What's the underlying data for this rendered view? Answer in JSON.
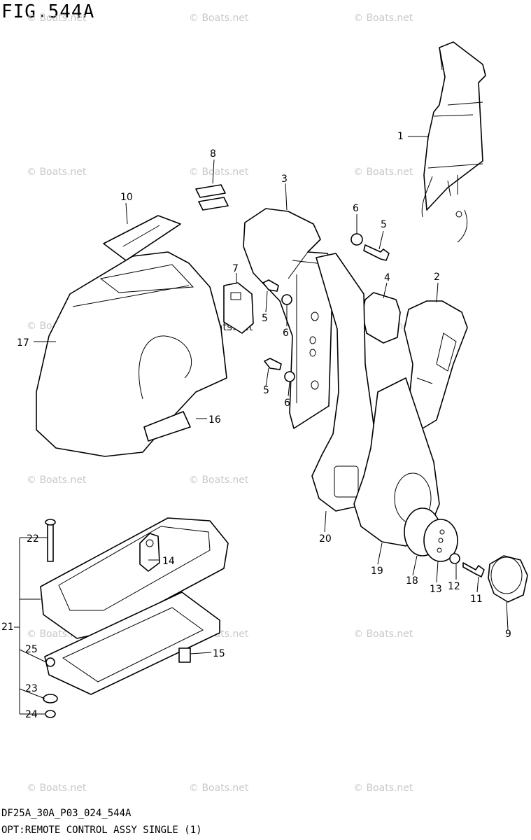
{
  "figure": {
    "title": "FIG.544A",
    "code": "DF25A_30A_P03_024_544A",
    "caption": "OPT:REMOTE CONTROL ASSY SINGLE (1)"
  },
  "watermark": "© Boats.net",
  "center_watermark": "© Boats.net",
  "callouts": [
    "1",
    "2",
    "3",
    "4",
    "5",
    "5",
    "5",
    "6",
    "6",
    "6",
    "7",
    "8",
    "9",
    "10",
    "11",
    "12",
    "13",
    "14",
    "15",
    "16",
    "17",
    "18",
    "19",
    "20",
    "21",
    "22",
    "23",
    "24",
    "25"
  ]
}
